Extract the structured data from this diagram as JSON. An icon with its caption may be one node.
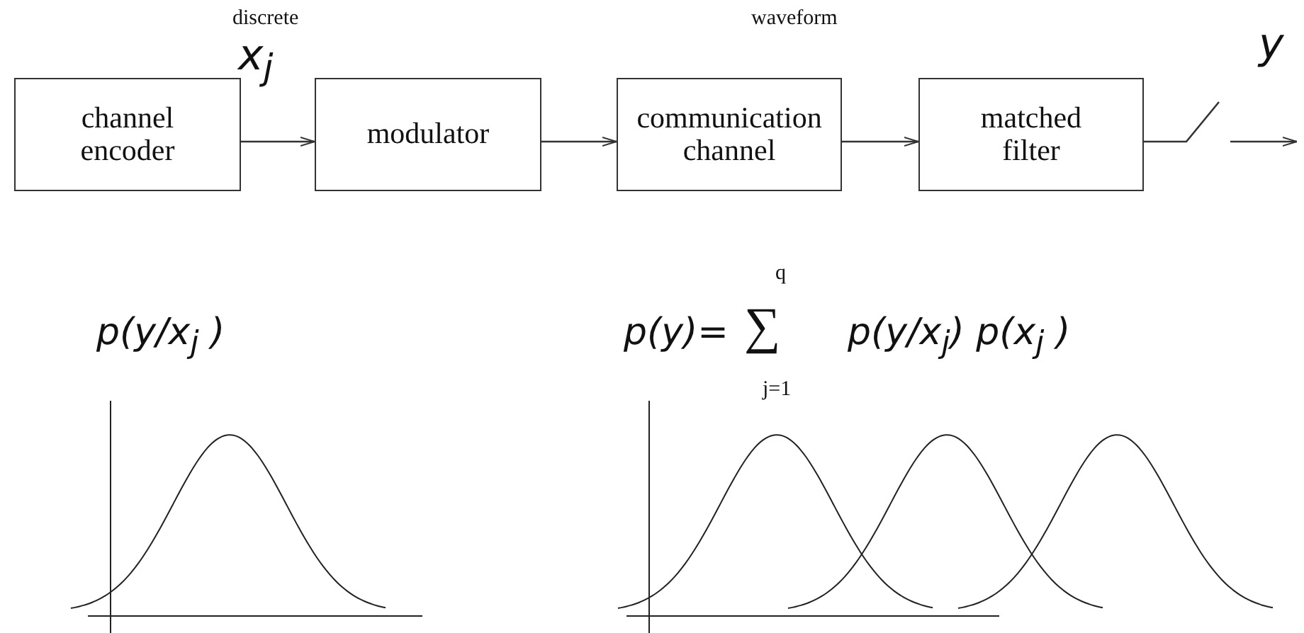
{
  "diagram": {
    "nodes": [
      {
        "text": [
          "channel encoder"
        ]
      },
      {
        "text": [
          "modulator"
        ]
      },
      {
        "text": [
          "communication channel"
        ]
      },
      {
        "text": [
          "matched filter"
        ]
      }
    ],
    "edges": [
      {
        "from": 0,
        "to": 1,
        "arrow": "to",
        "label": "x$_{j}$"
      },
      {
        "from": 1,
        "to": 2,
        "arrow": "to"
      },
      {
        "from": 2,
        "to": 3,
        "arrow": "to"
      },
      {
        "from": 3,
        "to": null,
        "arrow": "to",
        "label": "y"
      }
    ],
    "labels": [
      "discrete",
      "waveform",
      "p(y/x$_{j}$ )",
      "p(y)=",
      "∑",
      "q",
      "j=1",
      "p(y/x$_{j}$) p(x$_{j}$ )"
    ]
  }
}
